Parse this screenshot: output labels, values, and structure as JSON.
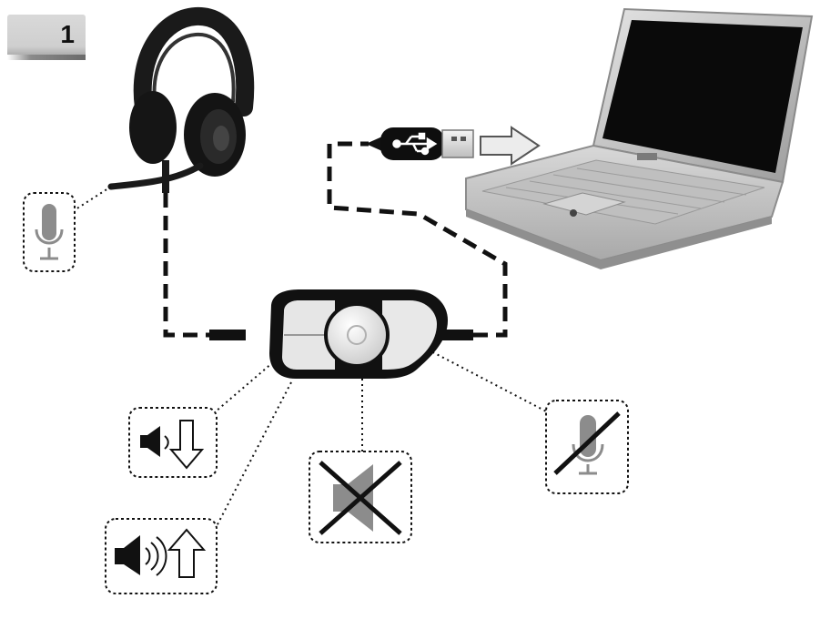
{
  "step_number": "1",
  "diagram": {
    "devices": [
      "headset",
      "inline-remote",
      "usb-plug",
      "laptop"
    ],
    "callouts": [
      "microphone",
      "volume-down",
      "volume-up",
      "speaker-mute",
      "microphone-mute"
    ],
    "colors": {
      "line": "#111111",
      "box": "#222222",
      "icon_gray": "#8c8c8c",
      "screen": "#0a0a0a"
    }
  }
}
